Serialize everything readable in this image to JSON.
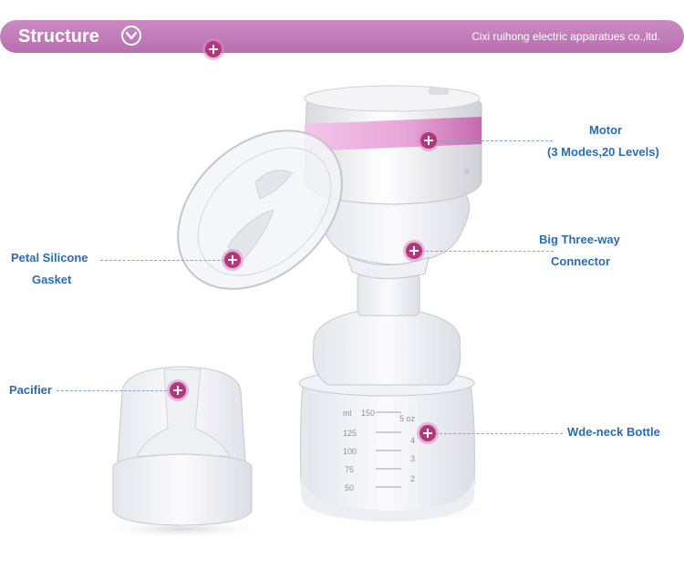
{
  "header": {
    "title": "Structure",
    "company": "Cixi ruihong electric apparatues co.,ltd."
  },
  "callouts": {
    "motor_line1": "Motor",
    "motor_line2": "(3 Modes,20 Levels)",
    "connector_line1": "Big Three-way",
    "connector_line2": "Connector",
    "gasket_line1": "Petal Silicone",
    "gasket_line2": "Gasket",
    "pacifier": "Pacifier",
    "bottle": "Wde-neck Bottle"
  },
  "bottle_markings": {
    "unit": "ml",
    "ml": [
      "150",
      "125",
      "100",
      "75",
      "50"
    ],
    "oz": [
      "5 oz",
      "4",
      "3",
      "2"
    ]
  },
  "colors": {
    "banner": "#c07ab8",
    "accent": "#b2377f",
    "label": "#2d6cab",
    "motor_band": "#e6a6d8"
  }
}
